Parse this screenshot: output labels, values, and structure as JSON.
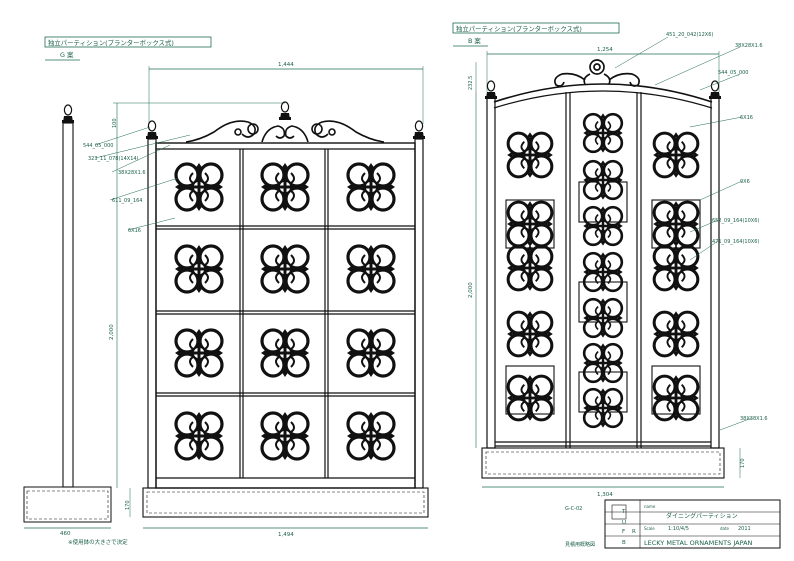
{
  "titles": {
    "left": "独立パーティション(プランターボックス式)",
    "left_sub": "G 案",
    "right": "独立パーティション(プランターボックス式)",
    "right_sub": "B 案"
  },
  "left_view": {
    "width_top": "1,444",
    "height_total": "2,000",
    "box_height": "170",
    "width_bottom": "1,494",
    "side_width": "460",
    "side_note": "※使用鉢の大きさで決定",
    "side_top": "100",
    "callouts": [
      "544_05_000",
      "323_11_078(14X14)",
      "38X28X1.6",
      "611_09_164",
      "6X16"
    ]
  },
  "right_view": {
    "width_top": "1,254",
    "arch_rise": "232.5",
    "height_total": "2,000",
    "box_height": "170",
    "width_bottom": "1,304",
    "callouts": [
      "451_20_042(12X6)",
      "38X28X1.6",
      "544_05_000",
      "6X16",
      "9X6",
      "652_09_164(10X6)",
      "471_09_164(10X6)",
      "38X38X1.6"
    ]
  },
  "title_block": {
    "code": "G-C-02",
    "label_name": "name",
    "name": "ダイニングパーティション",
    "label_scale": "Scale",
    "scale": "1:10/4/5",
    "label_date": "date",
    "date": "2011",
    "letters": [
      "T",
      "U",
      "F",
      "R",
      "B"
    ],
    "company": "LECKY METAL ORNAMENTS JAPAN",
    "doc_type": "見積用概略図"
  }
}
